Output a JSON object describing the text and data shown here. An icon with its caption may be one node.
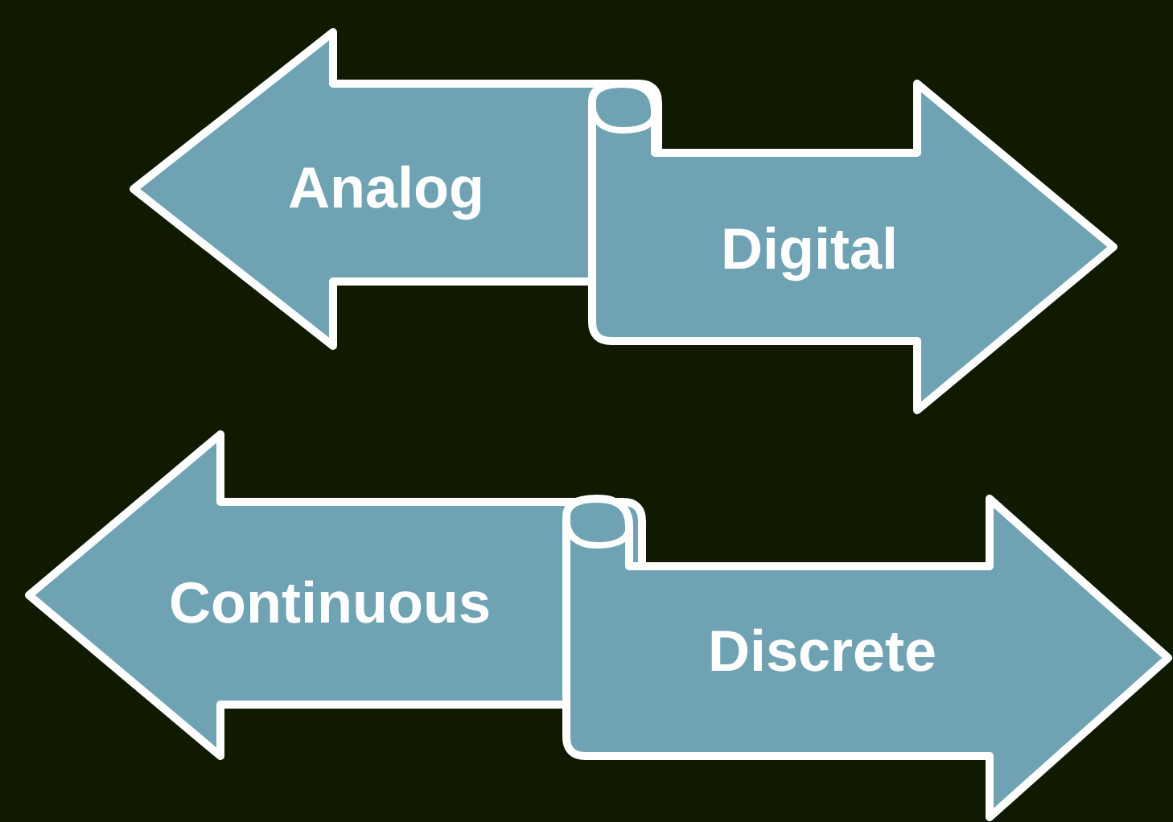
{
  "diagram": {
    "nodes": [
      {
        "text": [
          "Analog"
        ]
      },
      {
        "text": [
          "Digital"
        ]
      },
      {
        "text": [
          "Continuous"
        ]
      },
      {
        "text": [
          "Discrete"
        ]
      }
    ],
    "edges": []
  }
}
